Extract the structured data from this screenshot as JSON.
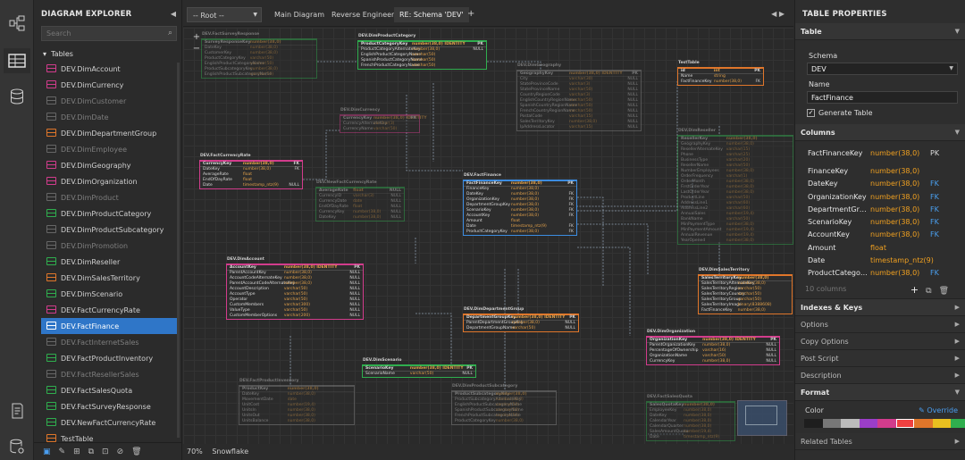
{
  "explorer": {
    "title": "DIAGRAM EXPLORER",
    "search_placeholder": "Search",
    "tables_label": "Tables",
    "items": [
      {
        "label": "DEV.DimAccount",
        "color": "#d23c8c",
        "dim": false
      },
      {
        "label": "DEV.DimCurrency",
        "color": "#d23c8c",
        "dim": false
      },
      {
        "label": "DEV.DimCustomer",
        "color": "#666666",
        "dim": true
      },
      {
        "label": "DEV.DimDate",
        "color": "#666666",
        "dim": true
      },
      {
        "label": "DEV.DimDepartmentGroup",
        "color": "#e0762a",
        "dim": false
      },
      {
        "label": "DEV.DimEmployee",
        "color": "#666666",
        "dim": true
      },
      {
        "label": "DEV.DimGeography",
        "color": "#d23c8c",
        "dim": false
      },
      {
        "label": "DEV.DimOrganization",
        "color": "#d23c8c",
        "dim": false
      },
      {
        "label": "DEV.DimProduct",
        "color": "#666666",
        "dim": true
      },
      {
        "label": "DEV.DimProductCategory",
        "color": "#2fae4e",
        "dim": false
      },
      {
        "label": "DEV.DimProductSubcategory",
        "color": "#666666",
        "dim": false
      },
      {
        "label": "DEV.DimPromotion",
        "color": "#666666",
        "dim": true
      },
      {
        "label": "DEV.DimReseller",
        "color": "#2fae4e",
        "dim": false
      },
      {
        "label": "DEV.DimSalesTerritory",
        "color": "#e0762a",
        "dim": false
      },
      {
        "label": "DEV.DimScenario",
        "color": "#2fae4e",
        "dim": false
      },
      {
        "label": "DEV.FactCurrencyRate",
        "color": "#d23c8c",
        "dim": false
      },
      {
        "label": "DEV.FactFinance",
        "color": "#ffffff",
        "dim": false,
        "selected": true
      },
      {
        "label": "DEV.FactInternetSales",
        "color": "#666666",
        "dim": true
      },
      {
        "label": "DEV.FactProductInventory",
        "color": "#2fae4e",
        "dim": false
      },
      {
        "label": "DEV.FactResellerSales",
        "color": "#666666",
        "dim": true
      },
      {
        "label": "DEV.FactSalesQuota",
        "color": "#2fae4e",
        "dim": false
      },
      {
        "label": "DEV.FactSurveyResponse",
        "color": "#2fae4e",
        "dim": false
      },
      {
        "label": "DEV.NewFactCurrencyRate",
        "color": "#2fae4e",
        "dim": false
      },
      {
        "label": "TestTable",
        "color": "#e0762a",
        "dim": false
      }
    ]
  },
  "tabs": {
    "root": "-- Root --",
    "items": [
      "Main Diagram",
      "Reverse Engineer",
      "RE: Schema 'DEV'"
    ],
    "add": "+"
  },
  "status": {
    "zoom": "70%",
    "db": "Snowflake"
  },
  "canvas_tables": [
    {
      "name": "DEV.FactSurveyResponse",
      "faded": true,
      "color": "#2fae4e",
      "rows": [
        [
          "SurveyResponseKey",
          "number(38,0)",
          ""
        ],
        [
          "DateKey",
          "number(38,0)",
          ""
        ],
        [
          "CustomerKey",
          "number(38,0)",
          ""
        ],
        [
          "ProductCategoryKey",
          "varchar(50)",
          ""
        ],
        [
          "EnglishProductCategoryName",
          "varchar(50)",
          ""
        ],
        [
          "ProductSubcategoryKey",
          "number(38,0)",
          ""
        ],
        [
          "EnglishProductSubcategoryName",
          "varchar(50)",
          ""
        ]
      ]
    },
    {
      "name": "DEV.DimProductCategory",
      "faded": false,
      "color": "#2fae4e",
      "rows": [
        [
          "ProductCategoryKey",
          "number(38,0) IDENTITY",
          "PK"
        ],
        [
          "ProductCategoryAlternateKey",
          "number(38,0)",
          "NULL"
        ],
        [
          "EnglishProductCategoryName",
          "varchar(50)",
          ""
        ],
        [
          "SpanishProductCategoryName",
          "varchar(50)",
          ""
        ],
        [
          "FrenchProductCategoryName",
          "varchar(50)",
          ""
        ]
      ]
    },
    {
      "name": "DEV.DimGeography",
      "faded": true,
      "color": "#888888",
      "rows": [
        [
          "GeographyKey",
          "number(38,0) IDENTITY",
          "PK"
        ],
        [
          "City",
          "varchar(30)",
          "NULL"
        ],
        [
          "StateProvinceCode",
          "varchar(3)",
          "NULL"
        ],
        [
          "StateProvinceName",
          "varchar(50)",
          "NULL"
        ],
        [
          "CountryRegionCode",
          "varchar(3)",
          "NULL"
        ],
        [
          "EnglishCountryRegionName",
          "varchar(50)",
          "NULL"
        ],
        [
          "SpanishCountryRegionName",
          "varchar(50)",
          "NULL"
        ],
        [
          "FrenchCountryRegionName",
          "varchar(50)",
          "NULL"
        ],
        [
          "PostalCode",
          "varchar(15)",
          "NULL"
        ],
        [
          "SalesTerritoryKey",
          "number(38,0)",
          "NULL"
        ],
        [
          "IpAddressLocator",
          "varchar(15)",
          "NULL"
        ]
      ]
    },
    {
      "name": "TestTable",
      "faded": false,
      "color": "#e0762a",
      "rows": [
        [
          "id",
          "int",
          "PK"
        ],
        [
          "Name",
          "string",
          ""
        ],
        [
          "FactFinanceKey",
          "number(38,0)",
          "FK"
        ]
      ]
    },
    {
      "name": "DEV.DimCurrency",
      "faded": true,
      "color": "#d23c8c",
      "rows": [
        [
          "CurrencyKey",
          "number(38,0) IDENTITY",
          "PK"
        ],
        [
          "CurrencyAlternateKey",
          "varchar(3)",
          ""
        ],
        [
          "CurrencyName",
          "varchar(50)",
          ""
        ]
      ]
    },
    {
      "name": "DEV.DimReseller",
      "faded": true,
      "color": "#2fae4e",
      "rows": [
        [
          "ResellerKey",
          "number(38,0)",
          ""
        ],
        [
          "GeographyKey",
          "number(38,0)",
          ""
        ],
        [
          "ResellerAlternateKey",
          "varchar(15)",
          ""
        ],
        [
          "Phone",
          "varchar(25)",
          ""
        ],
        [
          "BusinessType",
          "varchar(20)",
          ""
        ],
        [
          "ResellerName",
          "varchar(50)",
          ""
        ],
        [
          "NumberEmployees",
          "number(38,0)",
          ""
        ],
        [
          "OrderFrequency",
          "varchar(1)",
          ""
        ],
        [
          "OrderMonth",
          "number(38,0)",
          ""
        ],
        [
          "FirstOrderYear",
          "number(38,0)",
          ""
        ],
        [
          "LastOrderYear",
          "number(38,0)",
          ""
        ],
        [
          "ProductLine",
          "varchar(50)",
          ""
        ],
        [
          "AddressLine1",
          "varchar(60)",
          ""
        ],
        [
          "AddressLine2",
          "varchar(60)",
          ""
        ],
        [
          "AnnualSales",
          "number(19,4)",
          ""
        ],
        [
          "BankName",
          "varchar(50)",
          ""
        ],
        [
          "MinPaymentType",
          "number(38,0)",
          ""
        ],
        [
          "MinPaymentAmount",
          "number(19,4)",
          ""
        ],
        [
          "AnnualRevenue",
          "number(19,4)",
          ""
        ],
        [
          "YearOpened",
          "number(38,0)",
          ""
        ]
      ]
    },
    {
      "name": "DEV.FactCurrencyRate",
      "faded": false,
      "color": "#d23c8c",
      "rows": [
        [
          "CurrencyKey",
          "number(38,0)",
          "FK"
        ],
        [
          "DateKey",
          "number(38,0)",
          "FK"
        ],
        [
          "AverageRate",
          "float",
          ""
        ],
        [
          "EndOfDayRate",
          "float",
          ""
        ],
        [
          "Date",
          "timestamp_ntz(9)",
          "NULL"
        ]
      ]
    },
    {
      "name": "DEV.NewFactCurrencyRate",
      "faded": true,
      "color": "#2fae4e",
      "rows": [
        [
          "AverageRate",
          "float",
          "NULL"
        ],
        [
          "CurrencyID",
          "varchar(3)",
          "NULL"
        ],
        [
          "CurrencyDate",
          "date",
          "NULL"
        ],
        [
          "EndOfDayRate",
          "float",
          "NULL"
        ],
        [
          "CurrencyKey",
          "number(38,0)",
          "NULL"
        ],
        [
          "DateKey",
          "number(38,0)",
          "NULL"
        ]
      ]
    },
    {
      "name": "DEV.FactFinance",
      "faded": false,
      "color": "#3c8ce0",
      "rows": [
        [
          "FactFinanceKey",
          "number(38,0)",
          "PK"
        ],
        [
          "FinanceKey",
          "number(38,0)",
          ""
        ],
        [
          "DateKey",
          "number(38,0)",
          "FK"
        ],
        [
          "OrganizationKey",
          "number(38,0)",
          "FK"
        ],
        [
          "DepartmentGroupKey",
          "number(38,0)",
          "FK"
        ],
        [
          "ScenarioKey",
          "number(38,0)",
          "FK"
        ],
        [
          "AccountKey",
          "number(38,0)",
          "FK"
        ],
        [
          "Amount",
          "float",
          ""
        ],
        [
          "Date",
          "timestamp_ntz(9)",
          "FK"
        ],
        [
          "ProductCategoryKey",
          "number(38,0)",
          "FK"
        ]
      ]
    },
    {
      "name": "DEV.DimAccount",
      "faded": false,
      "color": "#d23c8c",
      "rows": [
        [
          "AccountKey",
          "number(38,0) IDENTITY",
          "PK"
        ],
        [
          "ParentAccountKey",
          "number(38,0)",
          "NULL"
        ],
        [
          "AccountCodeAlternateKey",
          "number(38,0)",
          "NULL"
        ],
        [
          "ParentAccountCodeAlternateKey",
          "number(38,0)",
          "NULL"
        ],
        [
          "AccountDescription",
          "varchar(50)",
          "NULL"
        ],
        [
          "AccountType",
          "varchar(50)",
          "NULL"
        ],
        [
          "Operator",
          "varchar(50)",
          "NULL"
        ],
        [
          "CustomMembers",
          "varchar(300)",
          "NULL"
        ],
        [
          "ValueType",
          "varchar(50)",
          "NULL"
        ],
        [
          "CustomMemberOptions",
          "varchar(200)",
          "NULL"
        ]
      ]
    },
    {
      "name": "DEV.DimSalesTerritory",
      "faded": false,
      "color": "#e0762a",
      "rows": [
        [
          "SalesTerritoryKey",
          "number(38,0)",
          ""
        ],
        [
          "SalesTerritoryAlternateKey",
          "number(38,0)",
          ""
        ],
        [
          "SalesTerritoryRegion",
          "varchar(50)",
          ""
        ],
        [
          "SalesTerritoryCountry",
          "varchar(50)",
          ""
        ],
        [
          "SalesTerritoryGroup",
          "varchar(50)",
          ""
        ],
        [
          "SalesTerritoryImage",
          "binary(8388608)",
          ""
        ],
        [
          "FactFinanceKey",
          "number(38,0)",
          ""
        ]
      ]
    },
    {
      "name": "DEV.DimDepartmentGroup",
      "faded": false,
      "color": "#e0762a",
      "rows": [
        [
          "DepartmentGroupKey",
          "number(38,0) IDENTITY",
          "PK"
        ],
        [
          "ParentDepartmentGroupKey",
          "number(38,0)",
          "NULL"
        ],
        [
          "DepartmentGroupName",
          "varchar(50)",
          "NULL"
        ]
      ]
    },
    {
      "name": "DEV.DimOrganization",
      "faded": false,
      "color": "#d23c8c",
      "rows": [
        [
          "OrganizationKey",
          "number(38,0) IDENTITY",
          "PK"
        ],
        [
          "ParentOrganizationKey",
          "number(38,0)",
          "NULL"
        ],
        [
          "PercentageOfOwnership",
          "varchar(16)",
          "NULL"
        ],
        [
          "OrganizationName",
          "varchar(50)",
          "NULL"
        ],
        [
          "CurrencyKey",
          "number(38,0)",
          "NULL"
        ]
      ]
    },
    {
      "name": "DEV.DimScenario",
      "faded": false,
      "color": "#2fae4e",
      "rows": [
        [
          "ScenarioKey",
          "number(38,0) IDENTITY",
          "PK"
        ],
        [
          "ScenarioName",
          "varchar(50)",
          "NULL"
        ]
      ]
    },
    {
      "name": "DEV.FactProductInventory",
      "faded": true,
      "color": "#888888",
      "rows": [
        [
          "ProductKey",
          "number(38,0)",
          ""
        ],
        [
          "DateKey",
          "number(38,0)",
          ""
        ],
        [
          "MovementDate",
          "date",
          ""
        ],
        [
          "UnitCost",
          "number(19,4)",
          ""
        ],
        [
          "UnitsIn",
          "number(38,0)",
          ""
        ],
        [
          "UnitsOut",
          "number(38,0)",
          ""
        ],
        [
          "UnitsBalance",
          "number(38,0)",
          ""
        ]
      ]
    },
    {
      "name": "DEV.DimProductSubcategory",
      "faded": true,
      "color": "#888888",
      "rows": [
        [
          "ProductSubcategoryKey",
          "number(38,0)",
          ""
        ],
        [
          "ProductSubcategoryAlternateKey",
          "number(38,0)",
          ""
        ],
        [
          "EnglishProductSubcategoryName",
          "varchar(50)",
          ""
        ],
        [
          "SpanishProductSubcategoryName",
          "varchar(50)",
          ""
        ],
        [
          "FrenchProductSubcategoryName",
          "varchar(50)",
          ""
        ],
        [
          "ProductCategoryKey",
          "number(38,0)",
          ""
        ]
      ]
    },
    {
      "name": "DEV.FactSalesQuota",
      "faded": true,
      "color": "#2fae4e",
      "rows": [
        [
          "SalesQuotaKey",
          "number(38,0)",
          ""
        ],
        [
          "EmployeeKey",
          "number(38,0)",
          ""
        ],
        [
          "DateKey",
          "number(38,0)",
          ""
        ],
        [
          "CalendarYear",
          "number(38,0)",
          ""
        ],
        [
          "CalendarQuarter",
          "number(38,0)",
          ""
        ],
        [
          "SalesAmountQuota",
          "number(19,4)",
          ""
        ],
        [
          "Date",
          "timestamp_ntz(9)",
          ""
        ]
      ]
    }
  ],
  "props": {
    "title": "TABLE PROPERTIES",
    "table_section": "Table",
    "schema_label": "Schema",
    "schema_value": "DEV",
    "name_label": "Name",
    "name_value": "FactFinance",
    "generate_label": "Generate Table",
    "columns_section": "Columns",
    "columns": [
      {
        "name": "FactFinanceKey",
        "type": "number(38,0)",
        "key": "PK"
      },
      {
        "name": "FinanceKey",
        "type": "number(38,0)",
        "key": ""
      },
      {
        "name": "DateKey",
        "type": "number(38,0)",
        "key": "FK"
      },
      {
        "name": "OrganizationKey",
        "type": "number(38,0)",
        "key": "FK"
      },
      {
        "name": "DepartmentGrou...",
        "type": "number(38,0)",
        "key": "FK"
      },
      {
        "name": "ScenarioKey",
        "type": "number(38,0)",
        "key": "FK"
      },
      {
        "name": "AccountKey",
        "type": "number(38,0)",
        "key": "FK"
      },
      {
        "name": "Amount",
        "type": "float",
        "key": ""
      },
      {
        "name": "Date",
        "type": "timestamp_ntz(9)",
        "key": ""
      },
      {
        "name": "ProductCategory...",
        "type": "number(38,0)",
        "key": "FK"
      }
    ],
    "column_count": "10 columns",
    "indexes": "Indexes & Keys",
    "options": "Options",
    "copy_options": "Copy Options",
    "post_script": "Post Script",
    "description": "Description",
    "format": "Format",
    "color_label": "Color",
    "override": "Override",
    "related": "Related Tables",
    "swatches": [
      "#1e1e1e",
      "#777777",
      "#bbbbbb",
      "#9b3ec8",
      "#d23c8c",
      "#f04040",
      "#e0762a",
      "#e8c020",
      "#2fae4e"
    ]
  }
}
